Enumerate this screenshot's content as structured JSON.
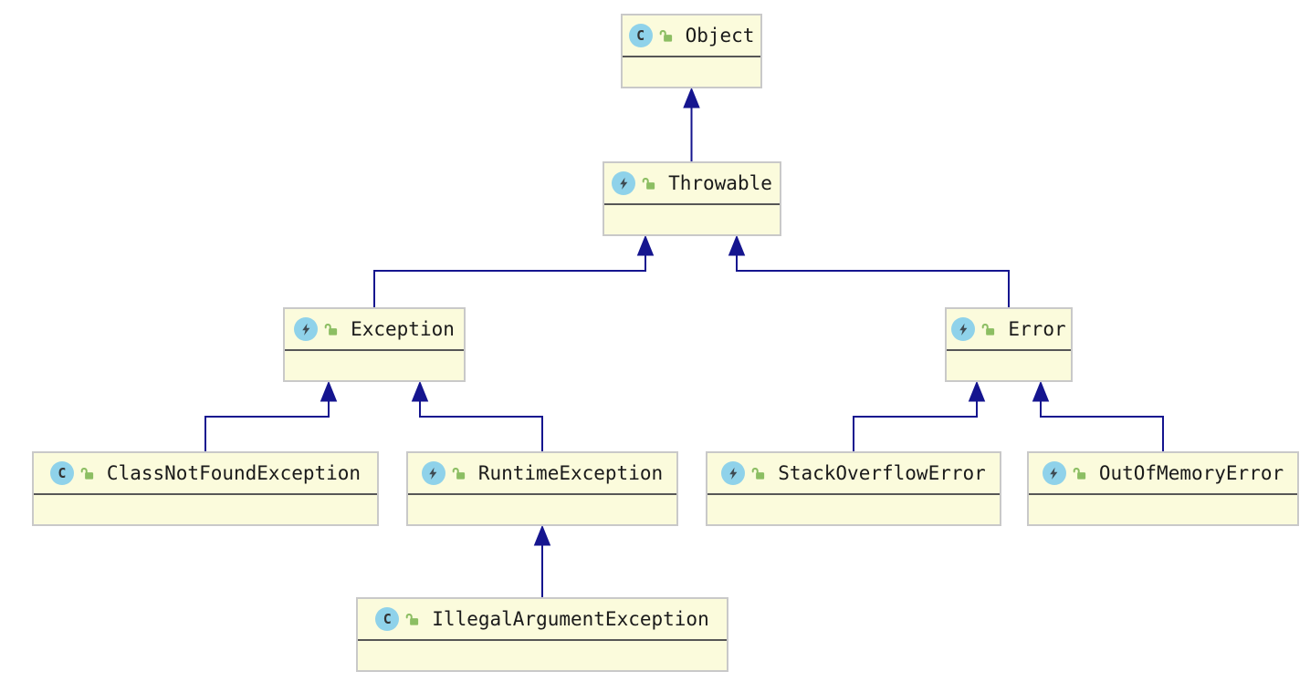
{
  "diagram": {
    "type": "uml-class-inheritance",
    "colors": {
      "node_fill": "#FBFBDC",
      "node_border": "#C9C9C9",
      "title_separator": "#565656",
      "edge": "#15158F",
      "spot_circle": "#8FD2EA",
      "spot_glyph": "#3E4A52",
      "lock_green": "#8CBE63",
      "text": "#1a1a1a",
      "background": "#ffffff"
    }
  },
  "classes": [
    {
      "name": "Object",
      "spot": "class",
      "spot_letter": "C",
      "visibility": "unlocked"
    },
    {
      "name": "Throwable",
      "spot": "exception",
      "spot_letter": "",
      "visibility": "unlocked"
    },
    {
      "name": "Exception",
      "spot": "exception",
      "spot_letter": "",
      "visibility": "unlocked"
    },
    {
      "name": "Error",
      "spot": "exception",
      "spot_letter": "",
      "visibility": "unlocked"
    },
    {
      "name": "ClassNotFoundException",
      "spot": "class",
      "spot_letter": "C",
      "visibility": "unlocked"
    },
    {
      "name": "RuntimeException",
      "spot": "exception",
      "spot_letter": "",
      "visibility": "unlocked"
    },
    {
      "name": "StackOverflowError",
      "spot": "exception",
      "spot_letter": "",
      "visibility": "unlocked"
    },
    {
      "name": "OutOfMemoryError",
      "spot": "exception",
      "spot_letter": "",
      "visibility": "unlocked"
    },
    {
      "name": "IllegalArgumentException",
      "spot": "class",
      "spot_letter": "C",
      "visibility": "unlocked"
    }
  ],
  "edges": [
    {
      "child": "Throwable",
      "parent": "Object",
      "relation": "extends"
    },
    {
      "child": "Exception",
      "parent": "Throwable",
      "relation": "extends"
    },
    {
      "child": "Error",
      "parent": "Throwable",
      "relation": "extends"
    },
    {
      "child": "ClassNotFoundException",
      "parent": "Exception",
      "relation": "extends"
    },
    {
      "child": "RuntimeException",
      "parent": "Exception",
      "relation": "extends"
    },
    {
      "child": "StackOverflowError",
      "parent": "Error",
      "relation": "extends"
    },
    {
      "child": "OutOfMemoryError",
      "parent": "Error",
      "relation": "extends"
    },
    {
      "child": "IllegalArgumentException",
      "parent": "RuntimeException",
      "relation": "extends"
    }
  ]
}
